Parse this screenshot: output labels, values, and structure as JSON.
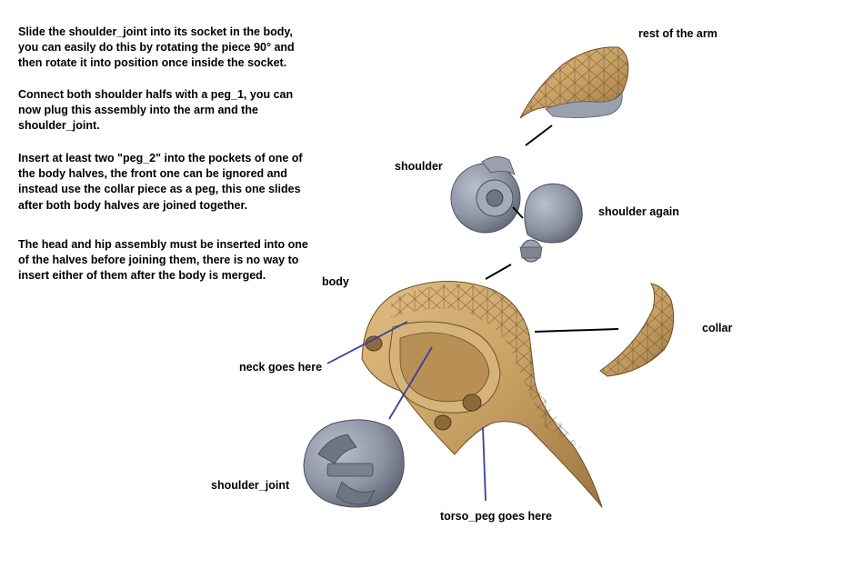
{
  "instructions": [
    "Slide the shoulder_joint into its socket in the body, you can easily do this by rotating the piece 90° and then rotate it into position once inside the socket.",
    "Connect both shoulder halfs with a peg_1, you can now plug this assembly into the arm and the shoulder_joint.",
    "Insert at least two \"peg_2\" into the pockets of one of the body halves, the front one can be ignored and instead use the collar piece as a peg, this one slides after both body halves are joined together.",
    "The head and hip assembly must be inserted into one of the halves before joining them, there is no way to insert either of them after the body is merged."
  ],
  "labels": {
    "rest_of_arm": "rest of the arm",
    "shoulder": "shoulder",
    "shoulder_again": "shoulder again",
    "body": "body",
    "collar": "collar",
    "neck": "neck goes here",
    "shoulder_joint": "shoulder_joint",
    "torso_peg": "torso_peg goes here"
  },
  "colors": {
    "gold": "#c8a165",
    "gold_dark": "#8a6a3a",
    "gray": "#8d93a3",
    "gray_dark": "#4a4f5c",
    "pointer_blue": "#3b3fa0"
  }
}
